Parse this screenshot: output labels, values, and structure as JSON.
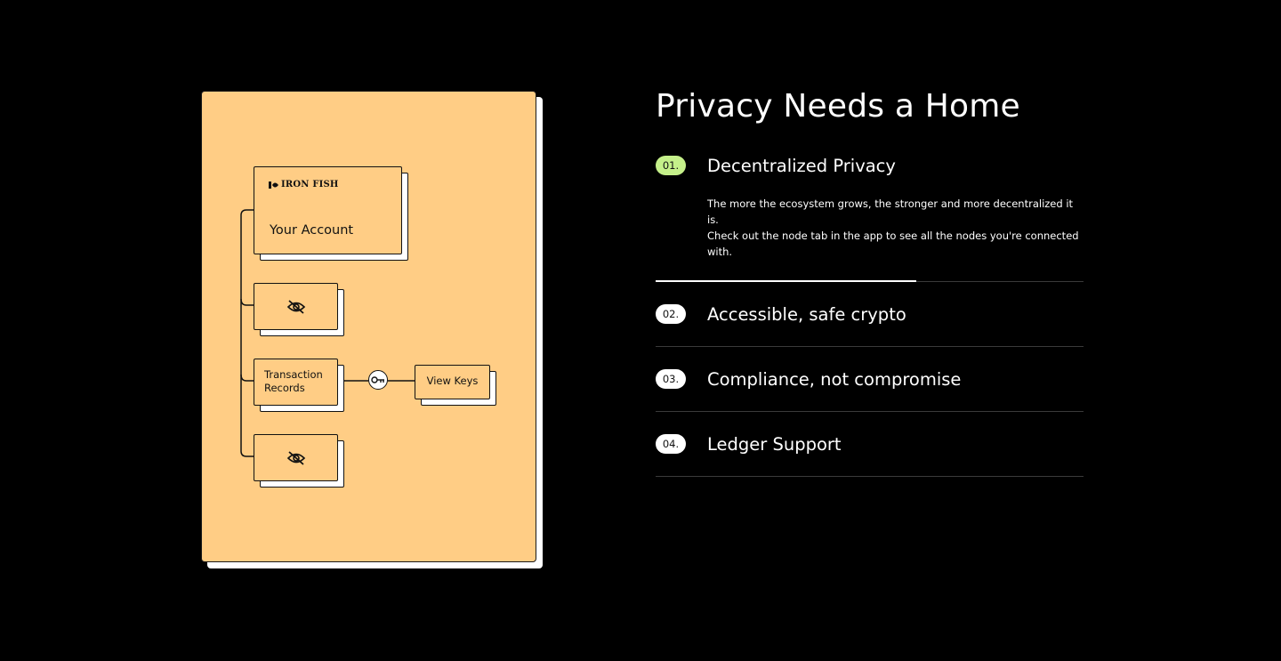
{
  "illustration": {
    "logo_text": "IRON FISH",
    "account_label": "Your Account",
    "transaction_label": "Transaction Records",
    "view_keys_label": "View Keys",
    "hidden_icon": "eye-off-icon",
    "key_icon": "key-icon"
  },
  "headline": "Privacy Needs a Home",
  "features": [
    {
      "number": "01.",
      "title": "Decentralized Privacy",
      "body": "The more the ecosystem grows, the stronger and more decentralized it is.\nCheck out the node tab in the app to see all the nodes you're connected with.",
      "progress": 0.61
    },
    {
      "number": "02.",
      "title": "Accessible, safe crypto"
    },
    {
      "number": "03.",
      "title": "Compliance, not compromise"
    },
    {
      "number": "04.",
      "title": "Ledger Support"
    }
  ],
  "colors": {
    "background": "#000000",
    "card": "#ffcd85",
    "active_badge": "#c5f08a",
    "badge": "#ffffff"
  }
}
